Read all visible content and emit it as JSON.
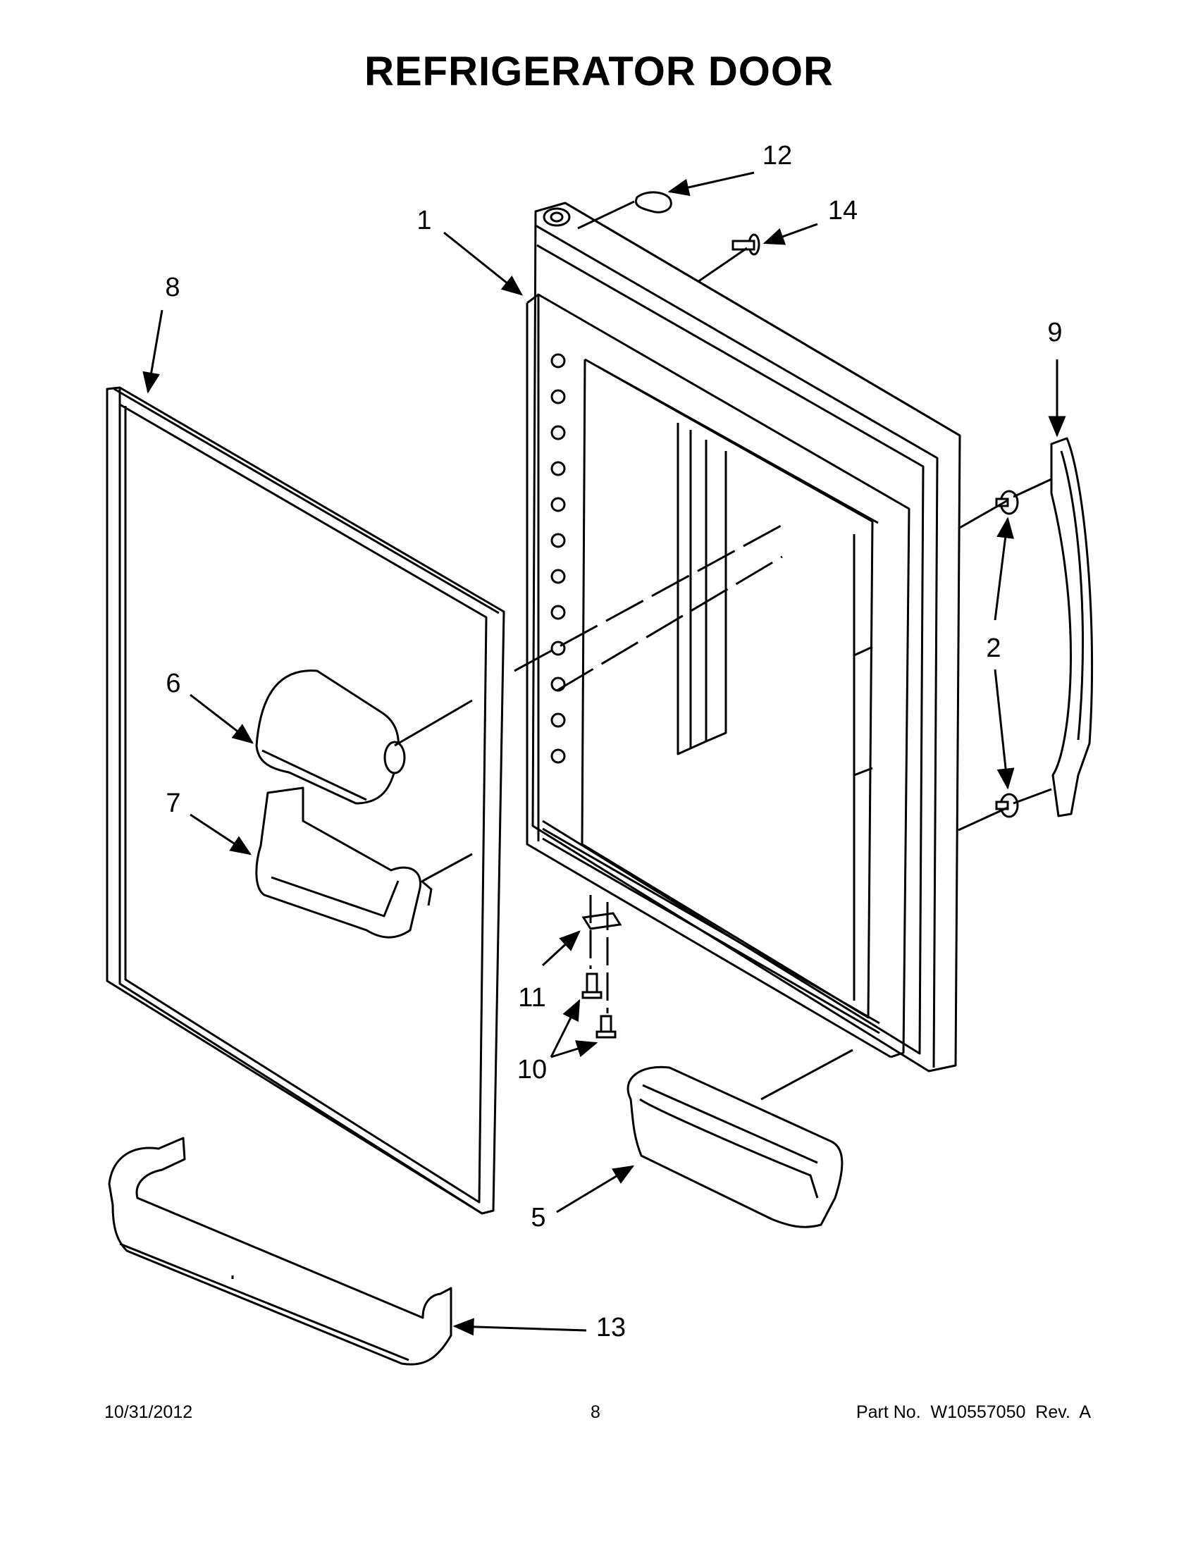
{
  "title": "REFRIGERATOR DOOR",
  "footer": {
    "date": "10/31/2012",
    "page": "8",
    "part_number": "Part No.  W10557050  Rev.  A"
  },
  "callouts": {
    "c1": "1",
    "c2": "2",
    "c5": "5",
    "c6": "6",
    "c7": "7",
    "c8": "8",
    "c9": "9",
    "c10": "10",
    "c11": "11",
    "c12": "12",
    "c13": "13",
    "c14": "14"
  }
}
